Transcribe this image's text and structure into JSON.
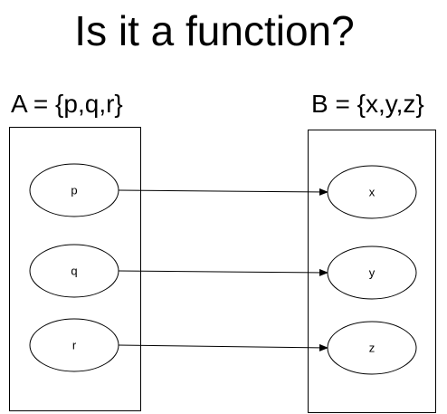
{
  "title": "Is it a function?",
  "set_a": {
    "label": "A = {p,q,r}",
    "elements": [
      "p",
      "q",
      "r"
    ]
  },
  "set_b": {
    "label": "B = {x,y,z}",
    "elements": [
      "x",
      "y",
      "z"
    ]
  },
  "mappings": [
    {
      "from": "p",
      "to": "x"
    },
    {
      "from": "q",
      "to": "y"
    },
    {
      "from": "r",
      "to": "z"
    }
  ],
  "colors": {
    "stroke": "#000000",
    "background": "#ffffff"
  }
}
